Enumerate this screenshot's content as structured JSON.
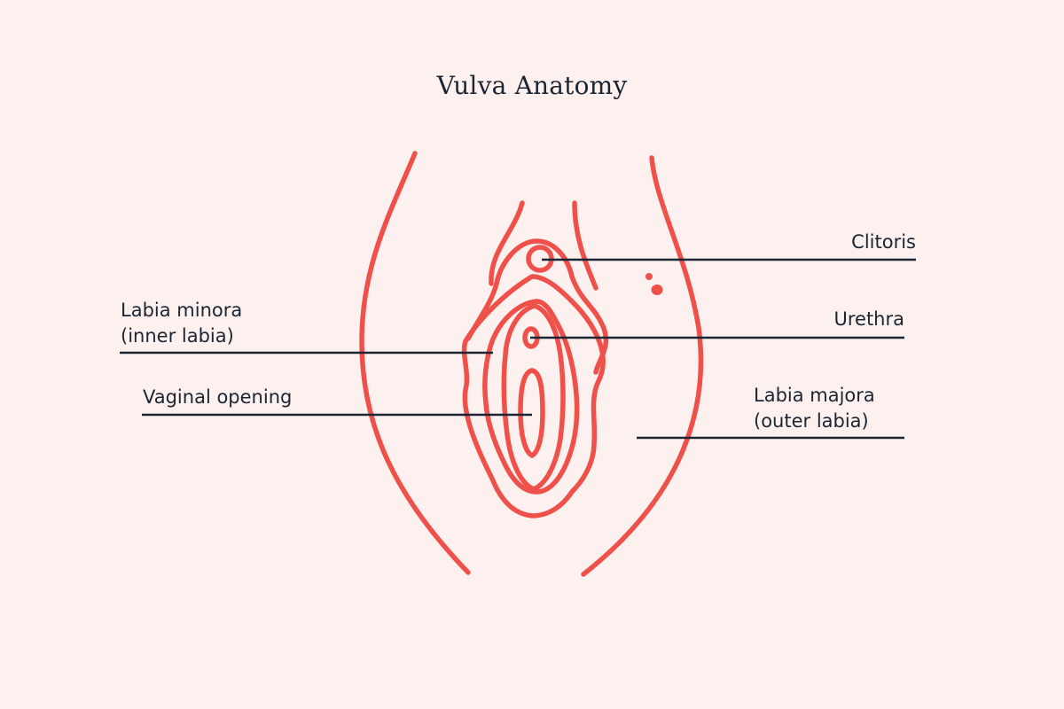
{
  "title": "Vulva Anatomy",
  "colors": {
    "background": "#fdf1ef",
    "illustration": "#f0504a",
    "text": "#1c2533",
    "leader_line": "#1c2533"
  },
  "labels": {
    "clitoris": "Clitoris",
    "urethra": "Urethra",
    "labia_minora_line1": "Labia minora",
    "labia_minora_line2": "(inner labia)",
    "vaginal_opening": "Vaginal opening",
    "labia_majora_line1": "Labia majora",
    "labia_majora_line2": "(outer labia)"
  }
}
